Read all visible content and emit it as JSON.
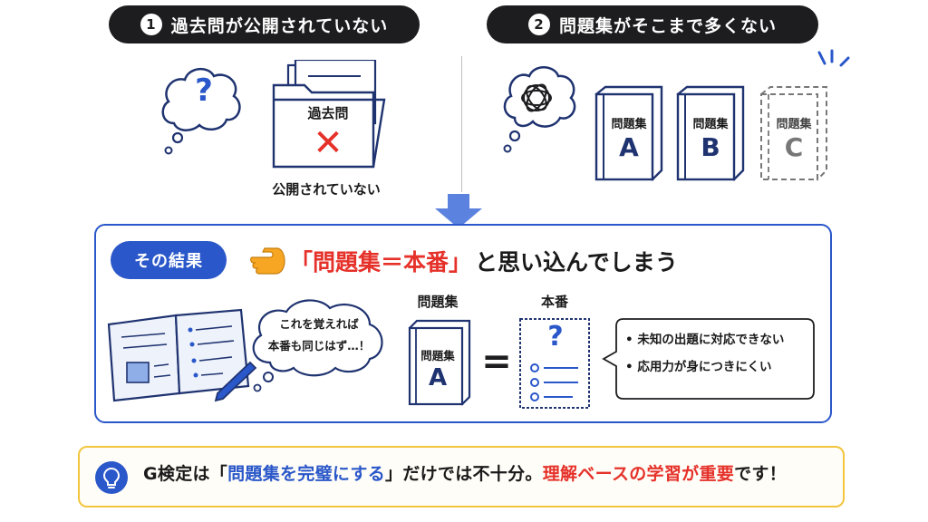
{
  "top": {
    "left_pill": {
      "num": "1",
      "text": "過去問が公開されていない"
    },
    "right_pill": {
      "num": "2",
      "text": "問題集がそこまで多くない"
    }
  },
  "left_panel": {
    "question_mark": "?",
    "folder_label": "過去問",
    "cross": "✕",
    "caption": "公開されていない"
  },
  "right_panel": {
    "books": [
      {
        "title": "問題集",
        "letter": "A"
      },
      {
        "title": "問題集",
        "letter": "B"
      },
      {
        "title": "問題集",
        "letter": "C"
      }
    ]
  },
  "result": {
    "tag": "その結果",
    "pointer_icon": "pointing-hand-icon",
    "headline_red": "「問題集＝本番」",
    "headline_rest": "と思い込んでしまう",
    "bubble_line1": "これを覚えれば",
    "bubble_line2": "本番も同じはず…！",
    "left_label": "問題集",
    "book_title": "問題集",
    "book_letter": "A",
    "equals": "=",
    "right_label": "本番",
    "paper_question": "?",
    "bullets": [
      "• 未知の出題に対応できない",
      "• 応用力が身につきにくい"
    ]
  },
  "bottom": {
    "icon": "lightbulb-icon",
    "part1": "G検定は「",
    "part2": "問題集を完璧にする",
    "part3": "」だけでは不十分。",
    "part4": "理解ベースの学習が重要",
    "part5": "です！"
  },
  "colors": {
    "navy": "#1f3370",
    "blue": "#2a57c9",
    "red": "#e5312a",
    "dark": "#1d1d1f",
    "yellow": "#f2c53d"
  }
}
